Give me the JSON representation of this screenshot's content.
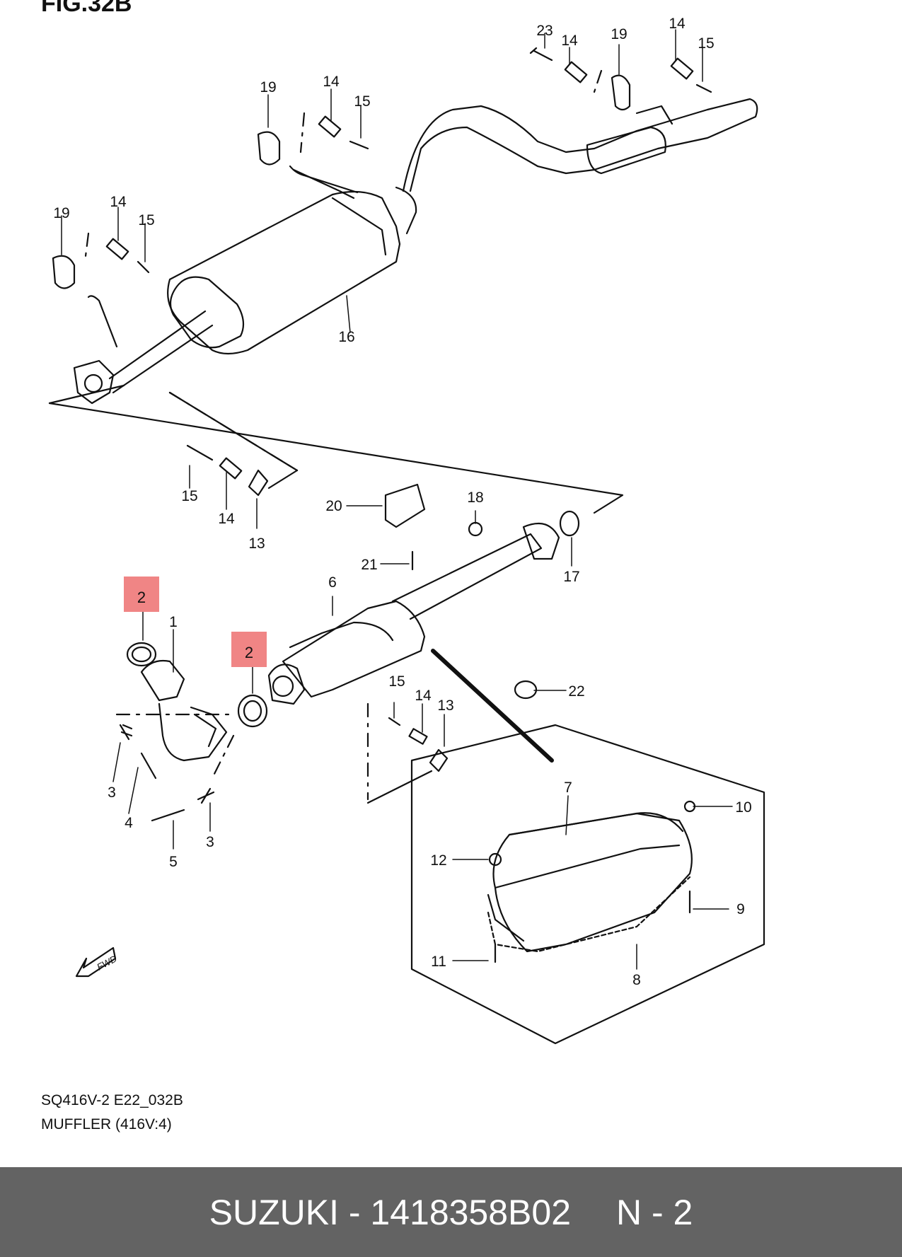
{
  "figure": {
    "title": "FIG.32B",
    "code": "SQ416V-2 E22_032B",
    "caption": "MUFFLER (416V:4)",
    "fwd_label": "FWD"
  },
  "callouts": {
    "c1": "1",
    "c2a": "2",
    "c2b": "2",
    "c3a": "3",
    "c3b": "3",
    "c4": "4",
    "c5": "5",
    "c6": "6",
    "c7": "7",
    "c8": "8",
    "c9": "9",
    "c10": "10",
    "c11": "11",
    "c12": "12",
    "c13a": "13",
    "c13b": "13",
    "c14a": "14",
    "c14b": "14",
    "c14c": "14",
    "c14d": "14",
    "c14e": "14",
    "c15a": "15",
    "c15b": "15",
    "c15c": "15",
    "c15d": "15",
    "c15e": "15",
    "c16": "16",
    "c17": "17",
    "c18": "18",
    "c19a": "19",
    "c19b": "19",
    "c19c": "19",
    "c20": "20",
    "c21": "21",
    "c22": "22",
    "c23": "23"
  },
  "highlight": {
    "color": "#f08585"
  },
  "footer": {
    "brand_part": "SUZUKI - 1418358B02",
    "qty": "N - 2",
    "background": "#636363"
  }
}
